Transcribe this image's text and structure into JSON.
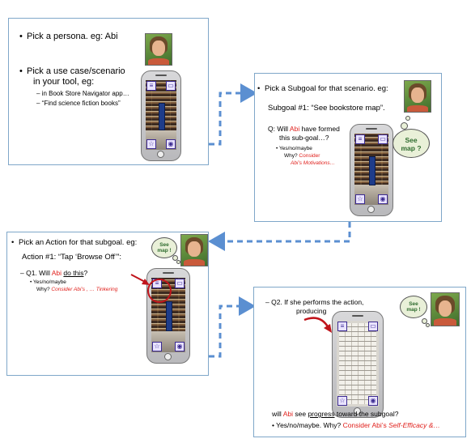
{
  "slide1": {
    "bullet1": "Pick a persona. eg: Abi",
    "bullet2_line1": "Pick a use case/scenario",
    "bullet2_line2": "in your tool, eg:",
    "sub1": "– in Book Store Navigator app…",
    "sub2": "– “Find science fiction books”"
  },
  "slide2": {
    "bullet": "Pick a Subgoal for that scenario. eg:",
    "subgoal": "Subgoal #1: “See bookstore map”.",
    "q_pre": "Q: Will ",
    "q_name": "Abi",
    "q_post": " have formed",
    "q_line2": "this sub-goal…?",
    "yn": "• Yes/no/maybe",
    "why": "Why? ",
    "consider": "Consider",
    "motivations": "Abi’s Motivations…",
    "thought": "See map ?"
  },
  "slide3": {
    "bullet": "Pick an Action for that subgoal. eg:",
    "action": "Action #1: “Tap ‘Browse Off’”:",
    "q1_pre": "– Q1. Will ",
    "q1_name": "Abi",
    "q1_post": "do this",
    "q1_end": "?",
    "yn": "• Yes/no/maybe",
    "why": "Why? ",
    "consider": "Consider Abi’s , … Tinkering",
    "thought": "See map !"
  },
  "slide4": {
    "q2_line1": "– Q2. If she performs the action,",
    "q2_line2": "producing",
    "will_pre": "will ",
    "will_name": "Abi",
    "will_mid": " see ",
    "will_progress": "progress",
    "will_post": " toward the subgoal?",
    "yn_pre": "• Yes/no/maybe. Why? ",
    "yn_consider": "Consider Abi’s ",
    "yn_self": "Self-Efficacy &…",
    "thought": "See map !"
  },
  "colors": {
    "accent_red": "#e0201c",
    "arrow_blue": "#5b8fd1",
    "border": "#7fa7c9"
  }
}
